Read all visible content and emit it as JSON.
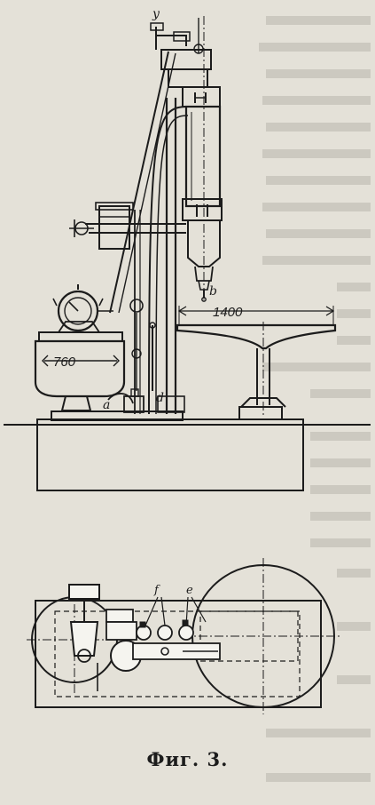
{
  "figure": {
    "caption": "Фиг. 3.",
    "elevation_labels": {
      "y": "y",
      "b": "b",
      "a": "a",
      "d": "d",
      "dim_table": "1400",
      "dim_tank": "760"
    },
    "plan_labels": {
      "f": "f",
      "e": "e"
    }
  },
  "colors": {
    "paper": "#e4e1d8",
    "ink": "#1c1c1c",
    "bleed_text": "#b9b6ad"
  }
}
